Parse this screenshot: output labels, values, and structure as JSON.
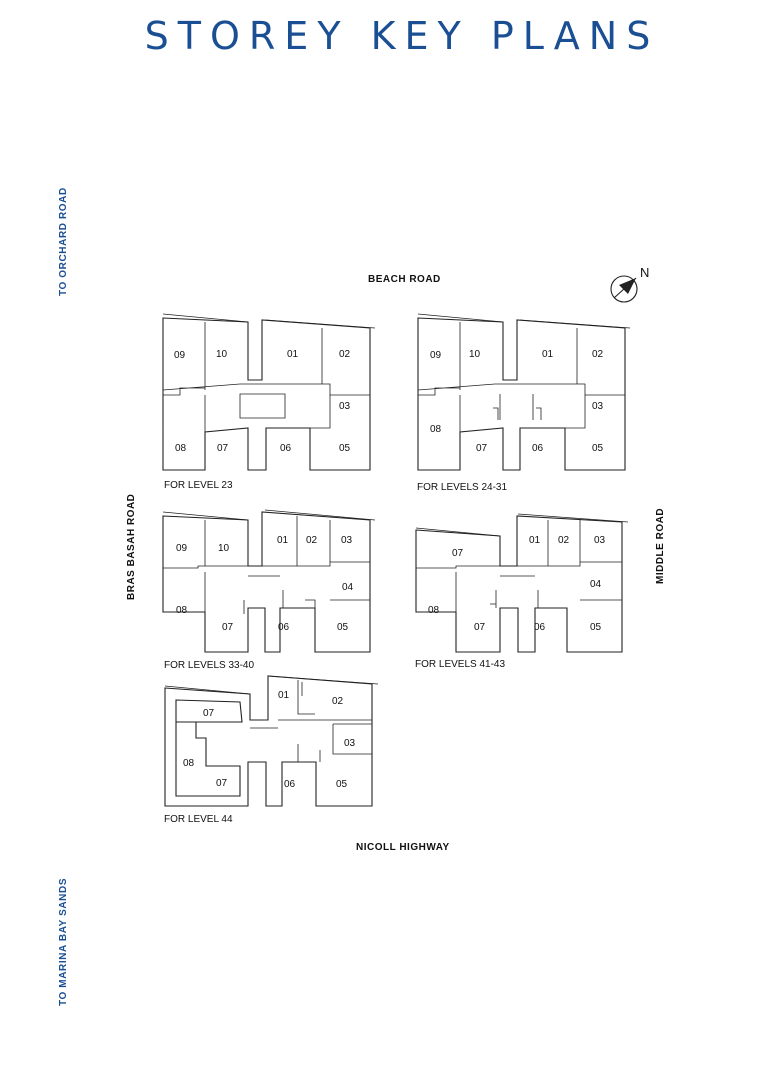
{
  "page_title": "STOREY KEY PLANS",
  "directions": {
    "top_left": "TO ORCHARD ROAD",
    "bottom_left": "TO MARINA BAY SANDS"
  },
  "roads": {
    "north": "BEACH ROAD",
    "south": "NICOLL HIGHWAY",
    "west": "BRAS BASAH ROAD",
    "east": "MIDDLE ROAD"
  },
  "compass_label": "N",
  "plans": [
    {
      "caption": "FOR LEVEL 23",
      "units": [
        "09",
        "10",
        "01",
        "02",
        "03",
        "08",
        "07",
        "06",
        "05"
      ]
    },
    {
      "caption": "FOR LEVELS 24-31",
      "units": [
        "09",
        "10",
        "01",
        "02",
        "03",
        "08",
        "07",
        "06",
        "05"
      ]
    },
    {
      "caption": "FOR LEVELS 33-40",
      "units": [
        "09",
        "10",
        "01",
        "02",
        "03",
        "04",
        "08",
        "07",
        "06",
        "05"
      ]
    },
    {
      "caption": "FOR LEVELS 41-43",
      "units": [
        "07",
        "01",
        "02",
        "03",
        "04",
        "08",
        "07",
        "06",
        "05"
      ]
    },
    {
      "caption": "FOR LEVEL 44",
      "units": [
        "07",
        "01",
        "02",
        "03",
        "08",
        "07",
        "06",
        "05"
      ]
    }
  ]
}
